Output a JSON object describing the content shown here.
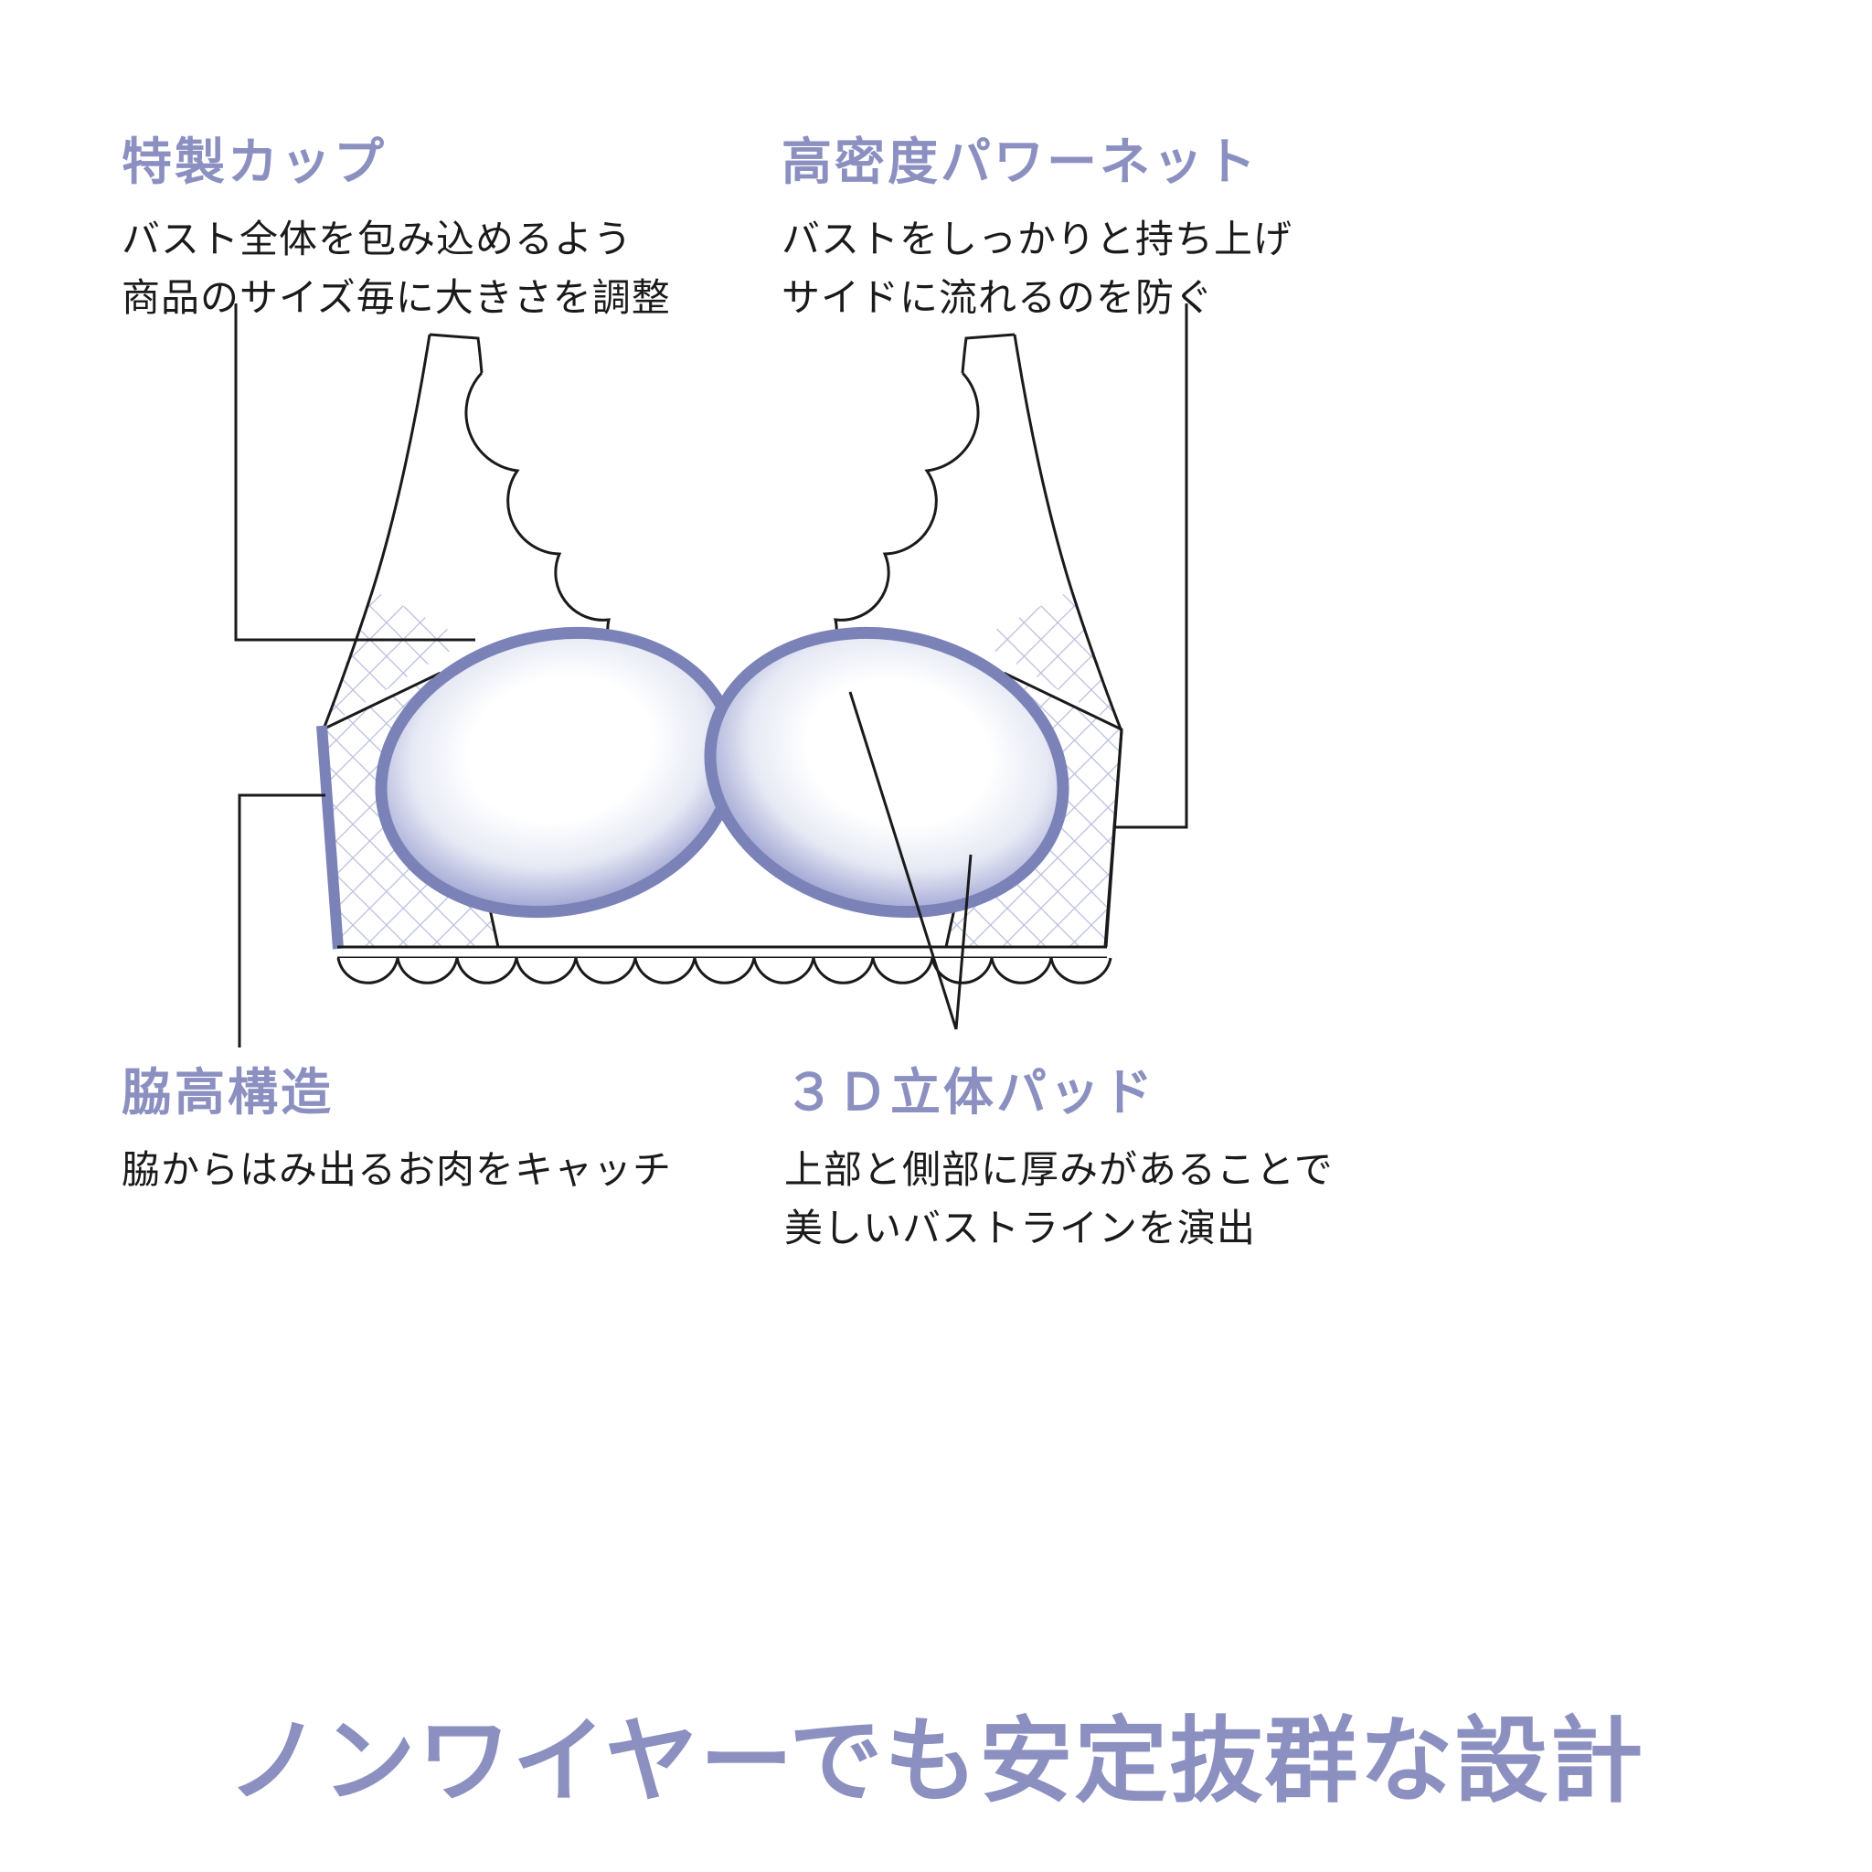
{
  "page": {
    "background": "#ffffff",
    "accent_color": "#8b90c1",
    "ink_color": "#1a1a1a"
  },
  "callouts": {
    "special_cup": {
      "title": "特製カップ",
      "lines": [
        "バスト全体を包み込めるよう",
        "商品のサイズ毎に大きさを調整"
      ]
    },
    "power_net": {
      "title": "高密度パワーネット",
      "lines": [
        "バストをしっかりと持ち上げ",
        "サイドに流れるのを防ぐ"
      ]
    },
    "side_high": {
      "title": "脇高構造",
      "lines": [
        "脇からはみ出るお肉をキャッチ"
      ]
    },
    "pad_3d": {
      "title": "３Ｄ立体パッド",
      "lines": [
        "上部と側部に厚みがあることで",
        "美しいバストラインを演出"
      ]
    }
  },
  "footer": {
    "headline": "ノンワイヤーでも安定抜群な設計"
  },
  "illustration": {
    "subject": "non-wire-bra-structure-diagram",
    "outline_color": "#1a1a1a",
    "cup_outline_color": "#7b82b8",
    "mesh_color": "#b9bede"
  }
}
